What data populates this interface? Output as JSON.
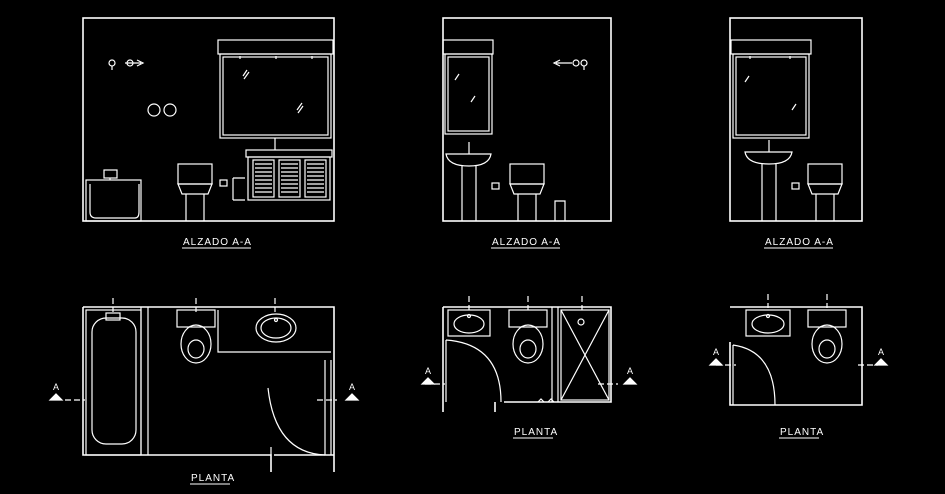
{
  "colors": {
    "background": "#000000",
    "line": "#ffffff"
  },
  "labels": {
    "elevation_1": "ALZADO A-A",
    "elevation_2": "ALZADO A-A",
    "elevation_3": "ALZADO A-A",
    "plan_1": "PLANTA",
    "plan_2": "PLANTA",
    "plan_3": "PLANTA"
  },
  "section_marks": {
    "a": "A"
  }
}
